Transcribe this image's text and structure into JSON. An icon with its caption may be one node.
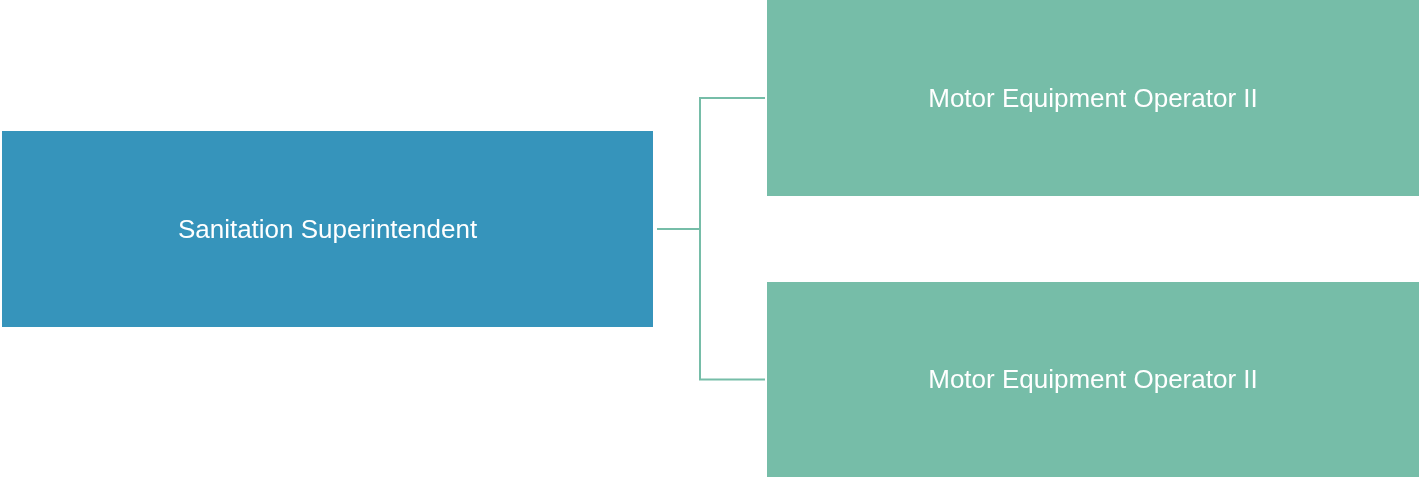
{
  "diagram": {
    "nodes": [
      {
        "text": [
          "Sanitation Superintendent"
        ]
      },
      {
        "text": [
          "Motor Equipment Operator II"
        ]
      },
      {
        "text": [
          "Motor Equipment Operator II"
        ]
      }
    ],
    "edges": [
      {
        "from": 0,
        "to": 1,
        "arrow": "none"
      },
      {
        "from": 0,
        "to": 2,
        "arrow": "none"
      }
    ]
  }
}
